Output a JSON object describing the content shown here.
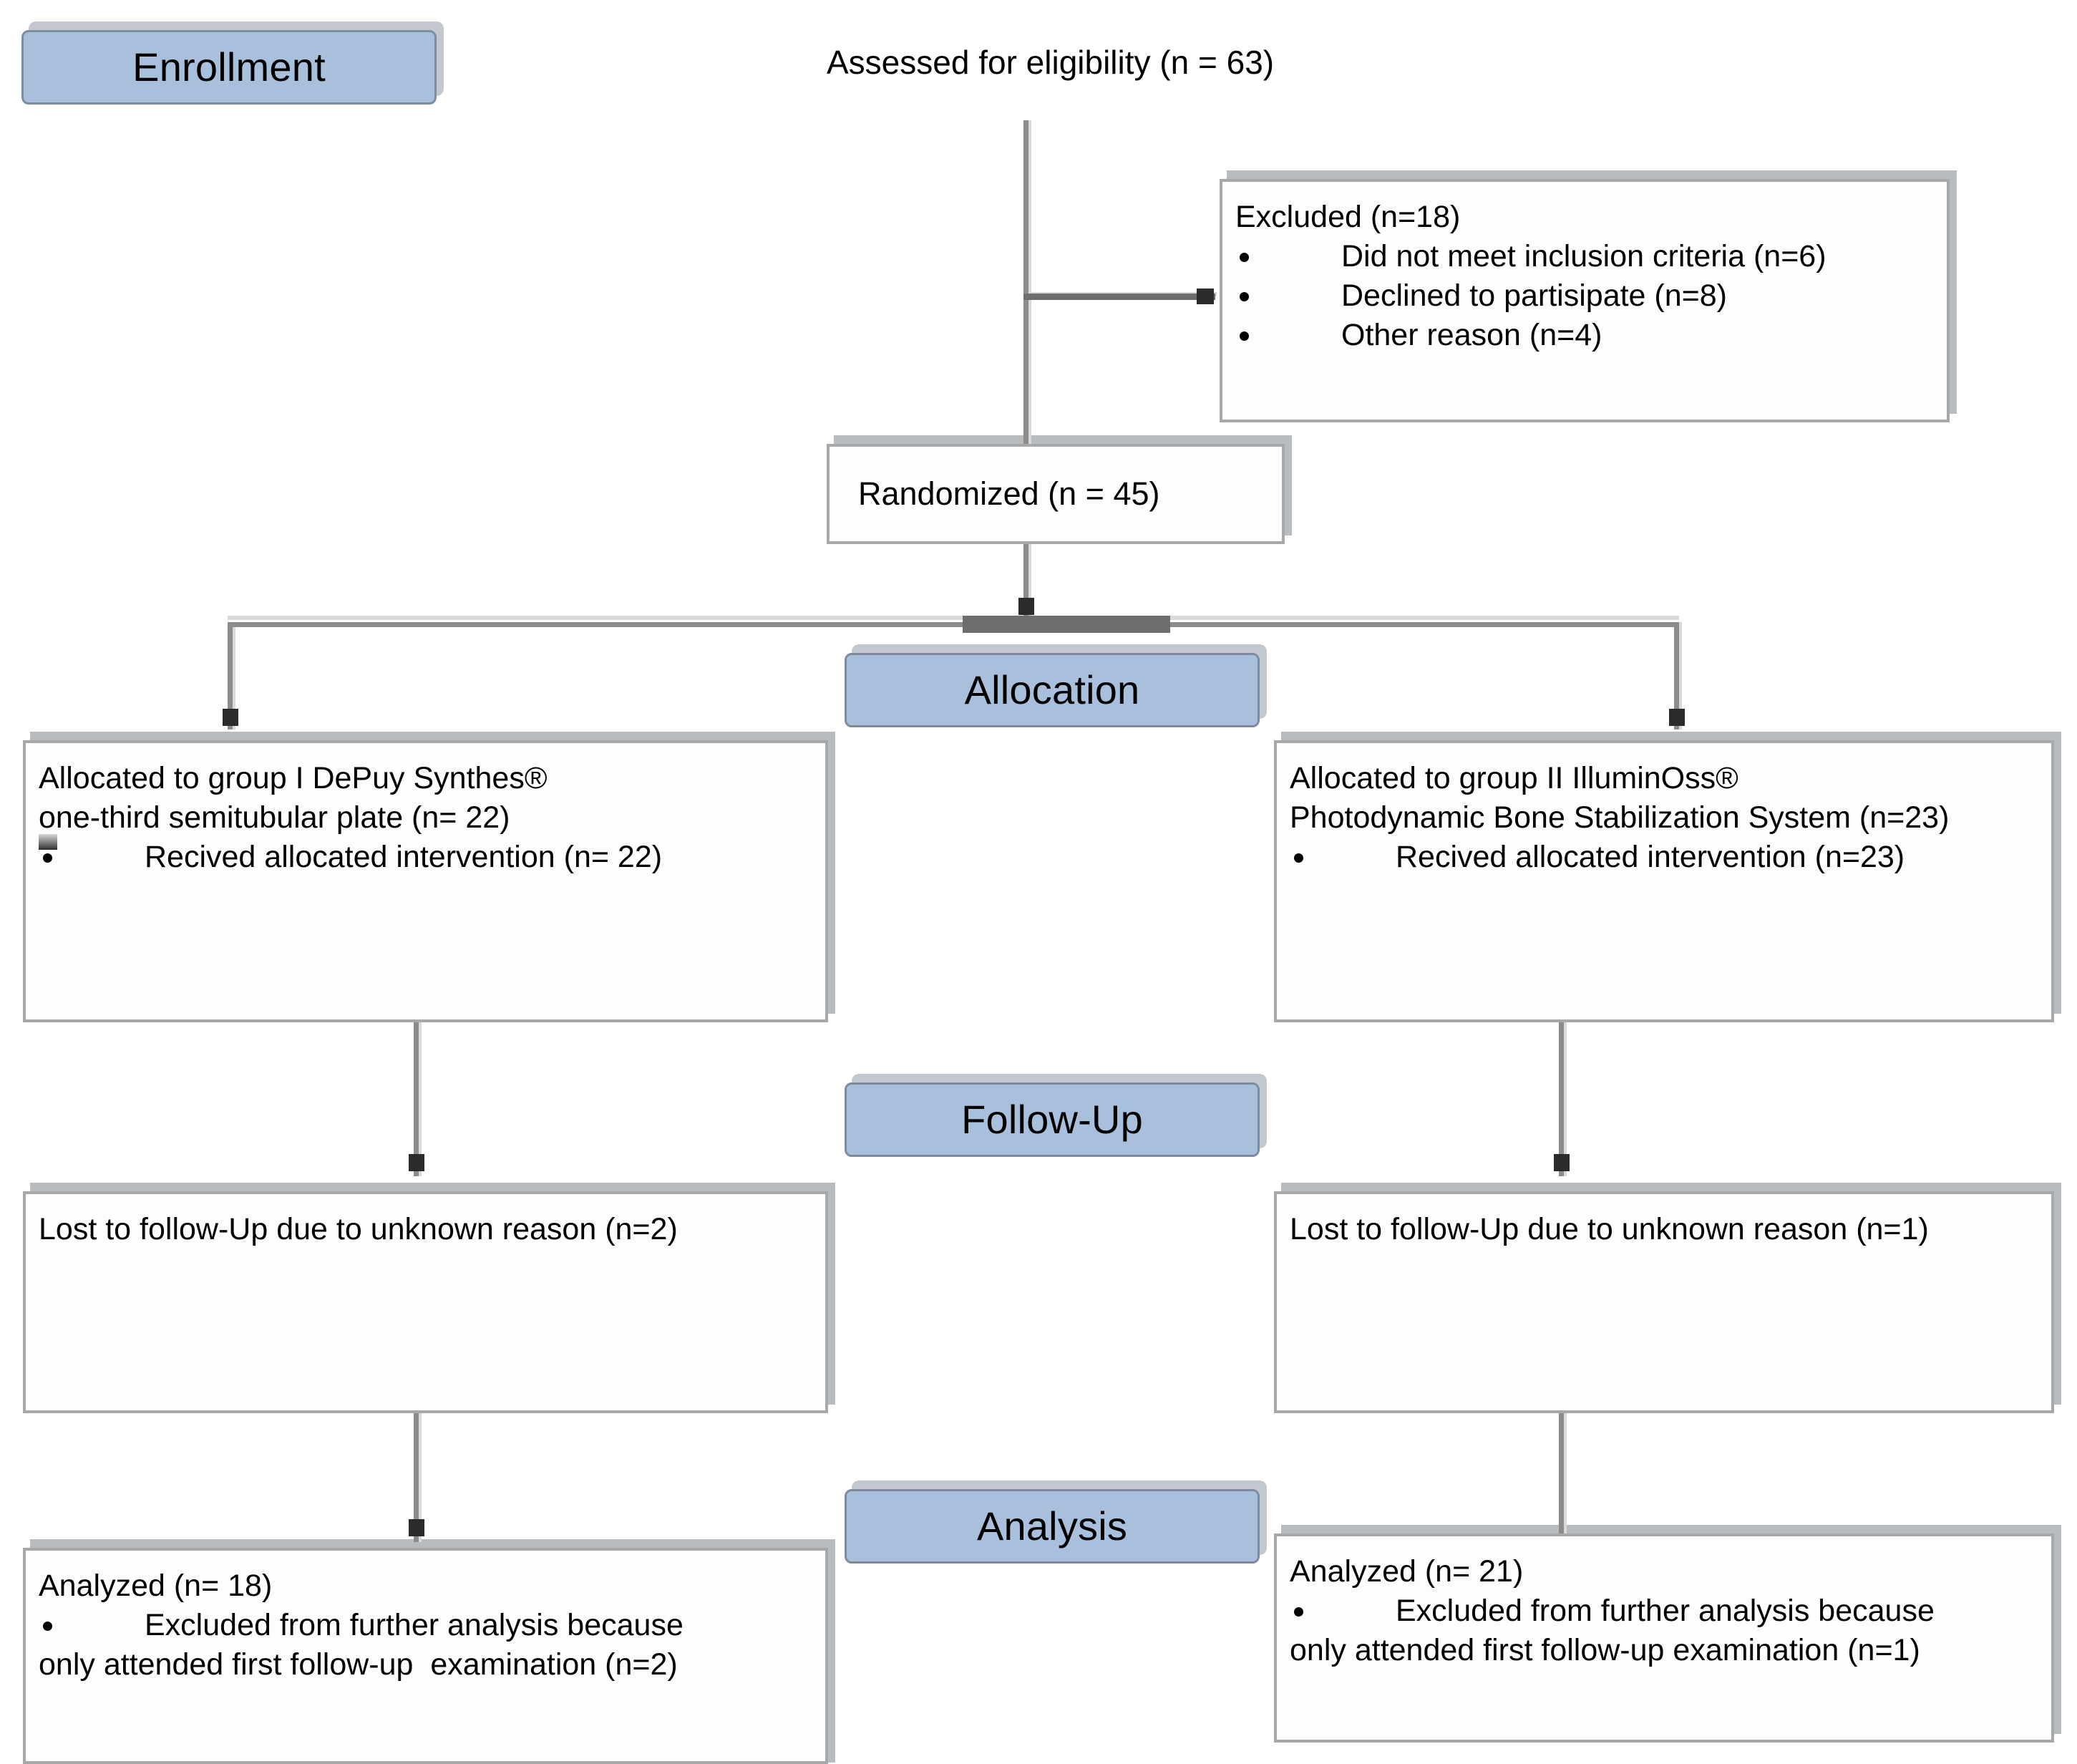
{
  "diagram": {
    "title": "CONSORT participant flow diagram",
    "colors": {
      "stage_fill": "#a8c0db",
      "stage_border": "#7c8da0",
      "box_fill": "#fdfdfb",
      "box_border": "#a6a8aa",
      "connector": "#8c8c8c",
      "arrowhead": "#2b2b2b",
      "background": "#ffffff"
    },
    "stages": [
      {
        "id": "enrollment",
        "label": "Enrollment"
      },
      {
        "id": "allocation",
        "label": "Allocation"
      },
      {
        "id": "followup",
        "label": "Follow-Up"
      },
      {
        "id": "analysis",
        "label": "Analysis"
      }
    ],
    "assessed": {
      "text": "Assessed for eligibility (n = 63)",
      "n": 63
    },
    "excluded": {
      "heading": "Excluded (n=18)",
      "n": 18,
      "reasons": [
        {
          "text": "Did not meet inclusion criteria (n=6)",
          "n": 6
        },
        {
          "text": "Declined to partisipate (n=8)",
          "n": 8
        },
        {
          "text": "Other reason (n=4)",
          "n": 4
        }
      ]
    },
    "randomized": {
      "text": "Randomized (n = 45)",
      "n": 45
    },
    "arms": {
      "left": {
        "allocation": {
          "line1": "Allocated to group I DePuy Synthes®",
          "line2": "one-third semitubular plate (n= 22)",
          "n": 22,
          "bullets": [
            {
              "text": "Recived allocated intervention (n= 22)",
              "n": 22
            }
          ]
        },
        "followup": {
          "line1": "Lost to follow-Up due to unknown reason (n=2)",
          "n": 2
        },
        "analysis": {
          "heading": "Analyzed (n= 18)",
          "n": 18,
          "bullet": "Excluded from further analysis because",
          "bullet_cont": "only attended first follow-up  examination (n=2)",
          "excluded_n": 2
        }
      },
      "right": {
        "allocation": {
          "line1": "Allocated to group II IlluminOss®",
          "line2": "Photodynamic Bone Stabilization System (n=23)",
          "n": 23,
          "bullets": [
            {
              "text": "Recived allocated intervention (n=23)",
              "n": 23
            }
          ]
        },
        "followup": {
          "line1": "Lost to follow-Up due to unknown reason (n=1)",
          "n": 1
        },
        "analysis": {
          "heading": "Analyzed (n= 21)",
          "n": 21,
          "bullet": "Excluded from further analysis because",
          "bullet_cont": "only attended first follow-up examination (n=1)",
          "excluded_n": 1
        }
      }
    }
  }
}
